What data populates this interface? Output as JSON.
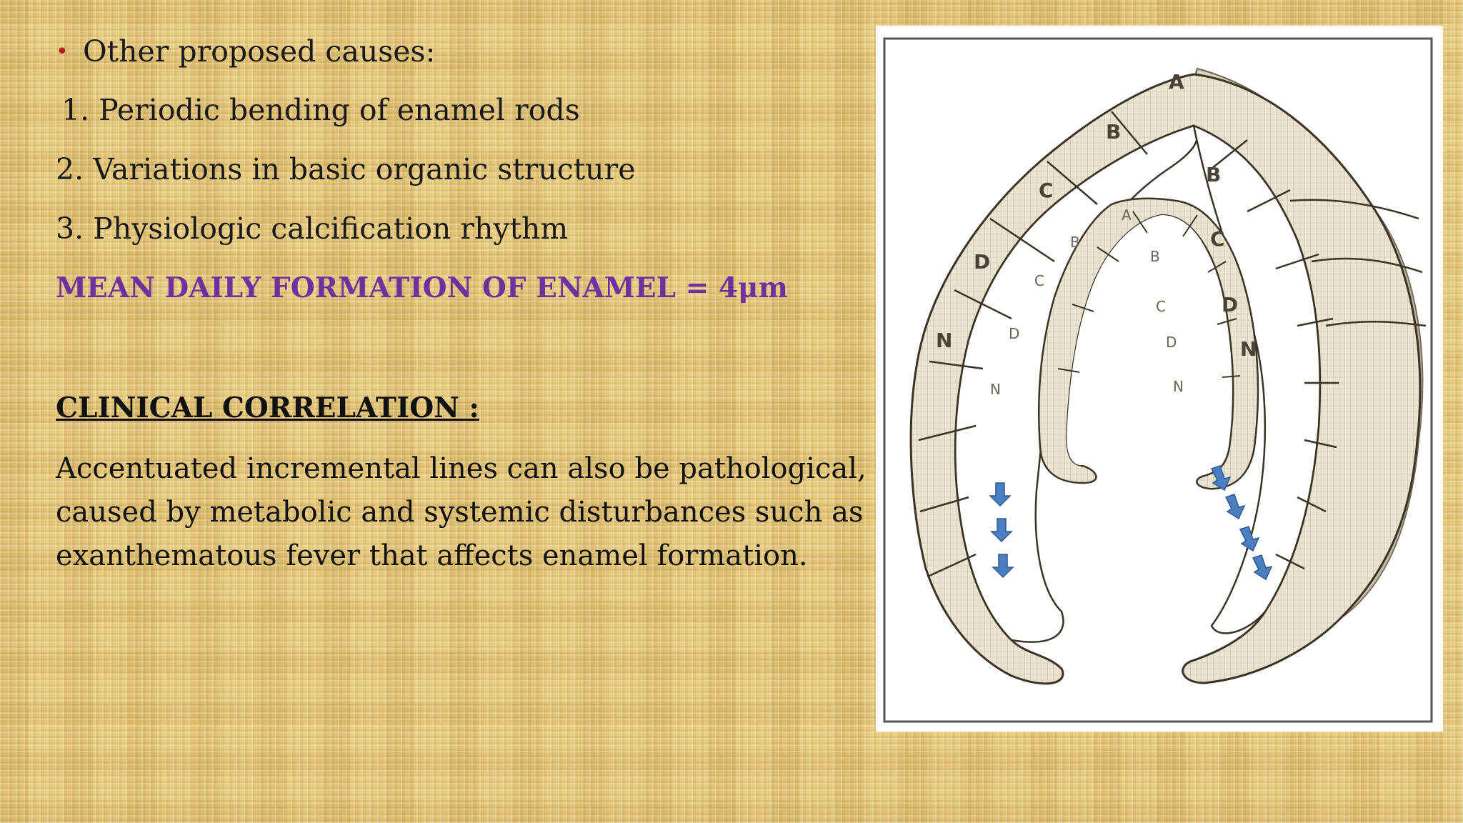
{
  "slide": {
    "bullet": "Other proposed causes:",
    "items": [
      "1. Periodic bending of enamel rods",
      "2. Variations in basic organic structure",
      "3. Physiologic calcification rhythm"
    ],
    "highlight": "MEAN DAILY FORMATION OF ENAMEL = 4μm",
    "clinical_heading": "CLINICAL CORRELATION :",
    "clinical_lines": [
      "Accentuated incremental lines can also be pathological,",
      "caused by metabolic and systemic disturbances such as",
      "exanthematous fever that affects enamel formation."
    ]
  },
  "figure": {
    "outer_labels": {
      "a": "A",
      "b_left": "B",
      "c_left": "C",
      "d_left": "D",
      "n_left": "N",
      "b_right": "B",
      "c_right": "C",
      "d_right": "D",
      "n_right": "N"
    },
    "inner_labels": {
      "a": "A",
      "b_left": "B",
      "c_left": "C",
      "d_left": "D",
      "n_left": "N",
      "b_right": "B",
      "c_right": "C",
      "d_right": "D",
      "n_right": "N"
    }
  },
  "colors": {
    "bullet": "#b22222",
    "highlight": "#7030a0",
    "background": "#e6c77a",
    "tooth_fill": "#ece4d2",
    "arrow": "#4a7fc1"
  }
}
